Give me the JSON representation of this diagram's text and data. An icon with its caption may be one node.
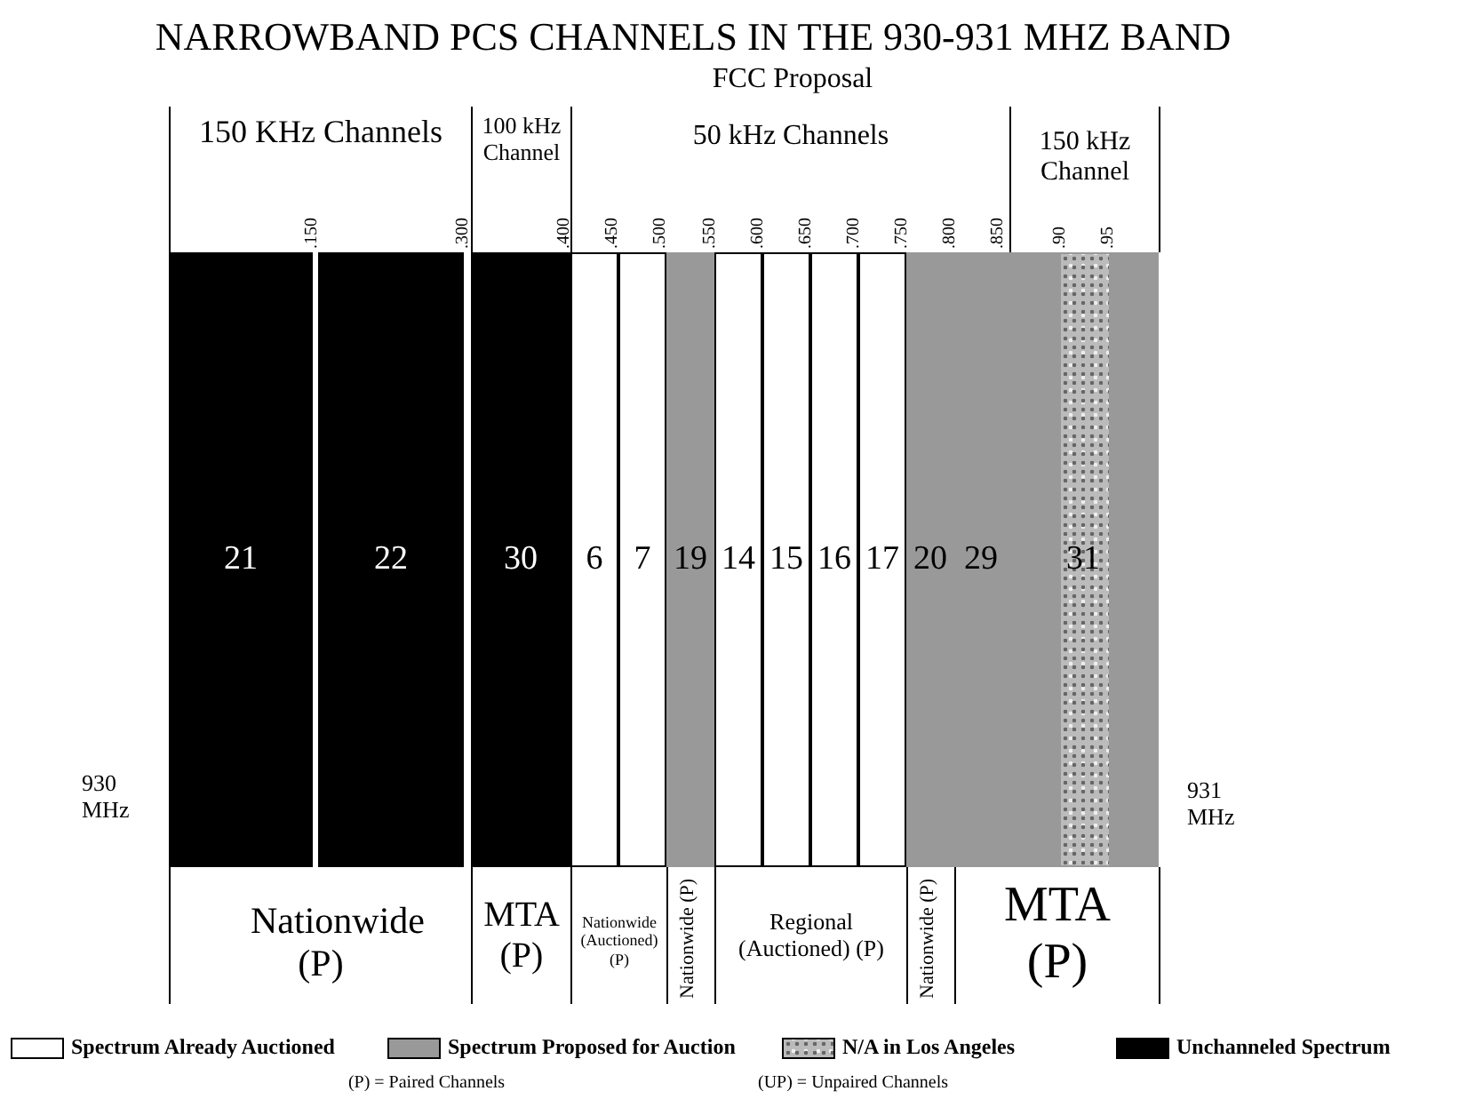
{
  "diagram": {
    "title": "NARROWBAND PCS CHANNELS IN THE 930-931 MHZ BAND",
    "nodes": [
      {
        "text": [
          "21"
        ]
      },
      {
        "text": [
          "22"
        ]
      },
      {
        "text": [
          "30"
        ]
      },
      {
        "text": [
          "6"
        ]
      },
      {
        "text": [
          "7"
        ]
      },
      {
        "text": [
          "19"
        ]
      },
      {
        "text": [
          "14"
        ]
      },
      {
        "text": [
          "15"
        ]
      },
      {
        "text": [
          "16"
        ]
      },
      {
        "text": [
          "17"
        ]
      },
      {
        "text": [
          "20"
        ]
      },
      {
        "text": [
          "29"
        ]
      },
      {
        "text": [
          "31"
        ]
      }
    ],
    "edges": [],
    "labels": [
      "FCC Proposal",
      "150 KHz Channels",
      "100 kHz Channel",
      "50 kHz Channels",
      "150 kHz Channel",
      ".150",
      ".300",
      ".400",
      ".450",
      ".500",
      ".550",
      ".600",
      ".650",
      ".700",
      ".750",
      ".800",
      ".850",
      ".90",
      ".95",
      "930 MHz",
      "931 MHz",
      "Nationwide (P)",
      "MTA (P)",
      "Nationwide (Auctioned) (P)",
      "Nationwide (P)",
      "Regional (Auctioned) (P)",
      "Nationwide (P)",
      "MTA (P)",
      "(P) = Paired Channels",
      "(UP) = Unpaired Channels"
    ],
    "legend": [
      {
        "text": "Spectrum Already Auctioned",
        "color": "#ffffff"
      },
      {
        "text": "Spectrum Proposed for Auction",
        "color": "#999999"
      },
      {
        "text": "N/A in Los Angeles"
      },
      {
        "text": "Unchanneled Spectrum",
        "color": "#000000"
      }
    ]
  }
}
